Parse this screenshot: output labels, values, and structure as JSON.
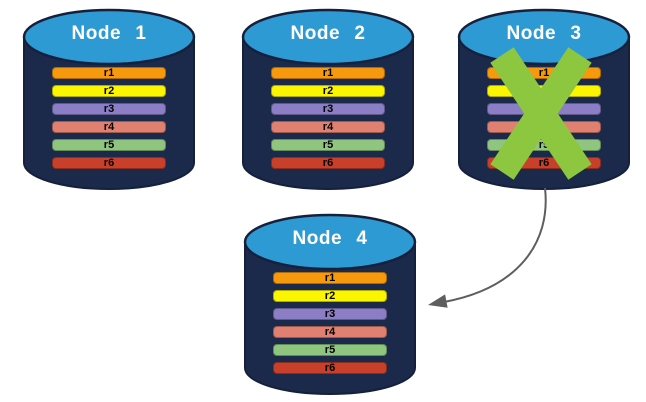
{
  "diagram": {
    "nodes": [
      {
        "label": "Node 1",
        "failed": false
      },
      {
        "label": "Node 2",
        "failed": false
      },
      {
        "label": "Node 3",
        "failed": true
      },
      {
        "label": "Node 4",
        "failed": false
      }
    ],
    "replicas": [
      {
        "id": "r1",
        "color": "#F7990D"
      },
      {
        "id": "r2",
        "color": "#FCF500"
      },
      {
        "id": "r3",
        "color": "#8B7EC4"
      },
      {
        "id": "r4",
        "color": "#E08070"
      },
      {
        "id": "r5",
        "color": "#8FC57E"
      },
      {
        "id": "r6",
        "color": "#C8402A"
      }
    ],
    "colors": {
      "cylinder_body": "#1B2A4A",
      "cylinder_outline": "#15213C",
      "cylinder_top": "#2E9AD3",
      "node_label_text": "#FFFFFF",
      "replica_label_text": "#000000",
      "failure_x": "#8DC63F",
      "arrow": "#5E5E5E",
      "background": "#FFFFFF"
    }
  }
}
